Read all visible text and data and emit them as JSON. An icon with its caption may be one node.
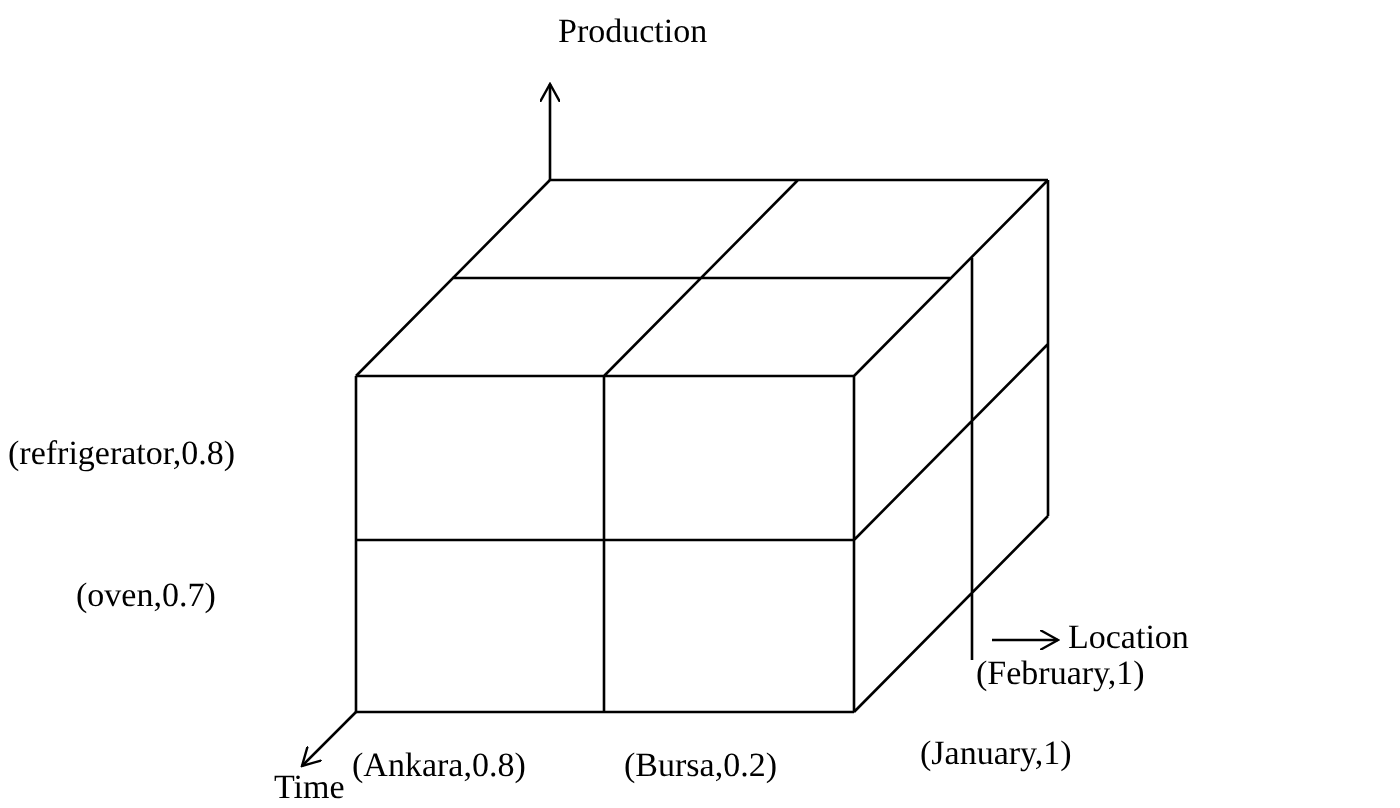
{
  "diagram": {
    "labels": [
      "Production",
      "(refrigerator,0.8)",
      "Location",
      "(February,1)",
      "(oven,0.7)",
      "(January,1)",
      "(Ankara,0.8)",
      "(Bursa,0.2)",
      "Time"
    ]
  }
}
